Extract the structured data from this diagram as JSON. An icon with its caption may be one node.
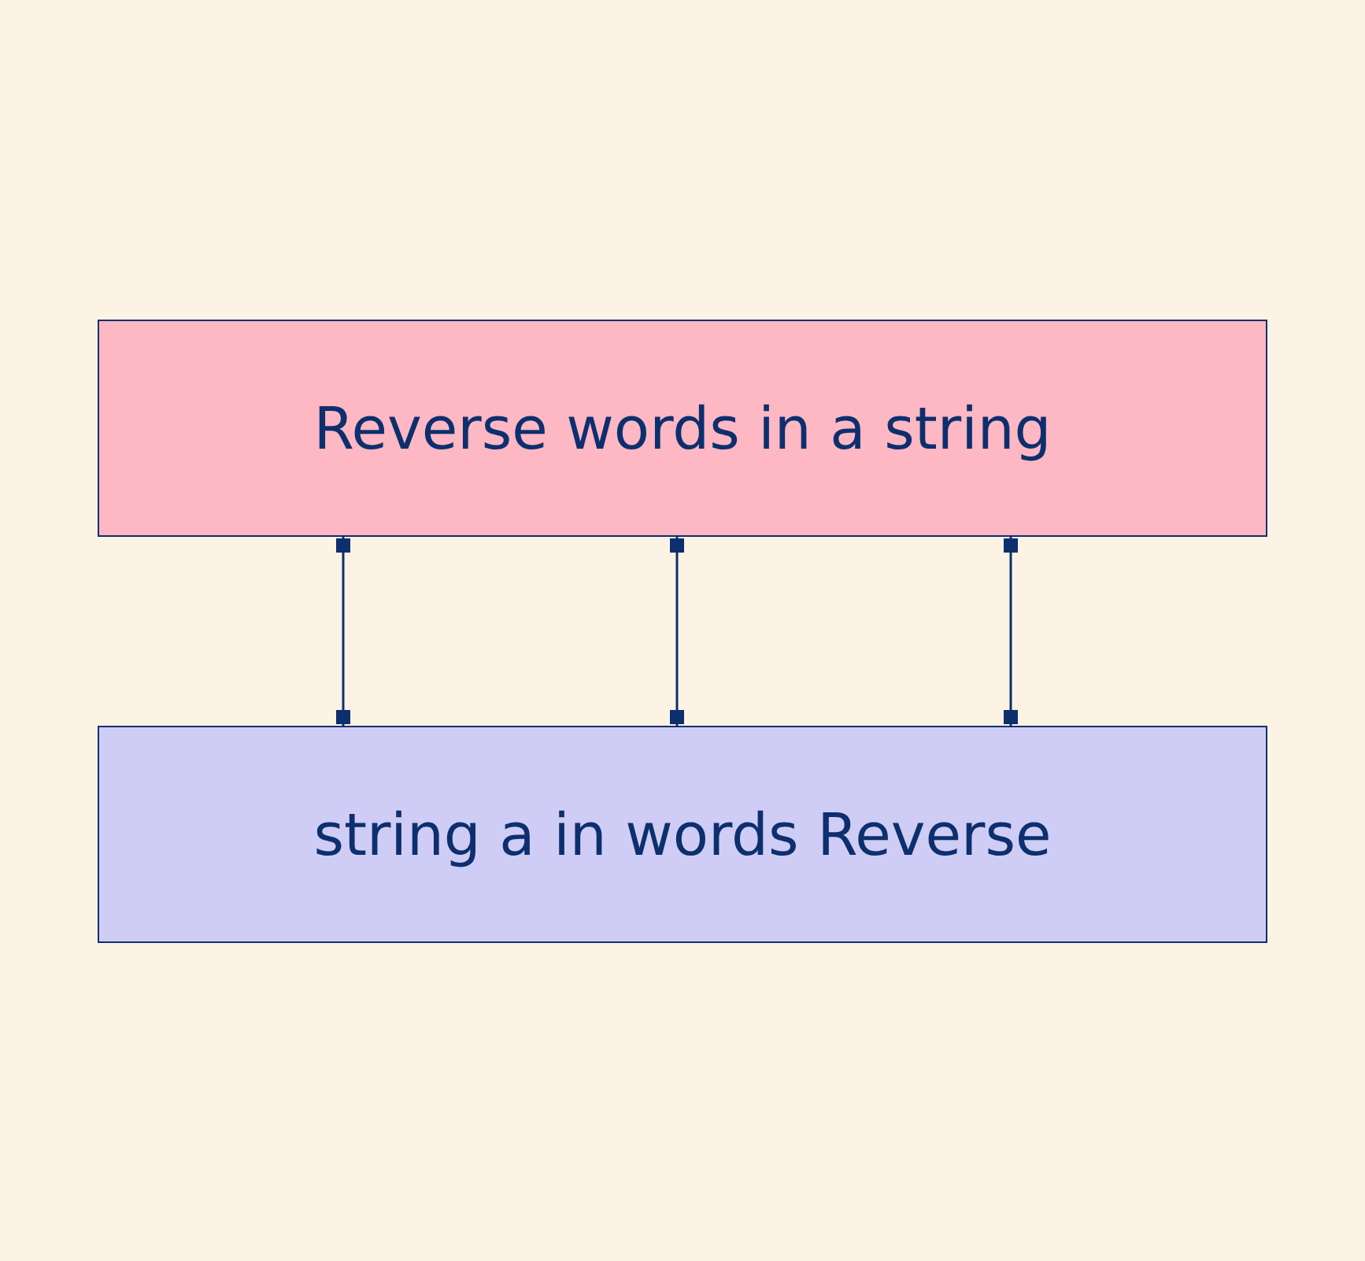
{
  "diagram": {
    "nodes": [
      {
        "text": [
          "Reverse words in a string"
        ]
      },
      {
        "text": [
          "string a in words Reverse"
        ]
      }
    ],
    "edges": [
      {
        "from": 0,
        "to": 1,
        "arrow": "other"
      },
      {
        "from": 0,
        "to": 1,
        "arrow": "other"
      },
      {
        "from": 0,
        "to": 1,
        "arrow": "other"
      }
    ]
  }
}
